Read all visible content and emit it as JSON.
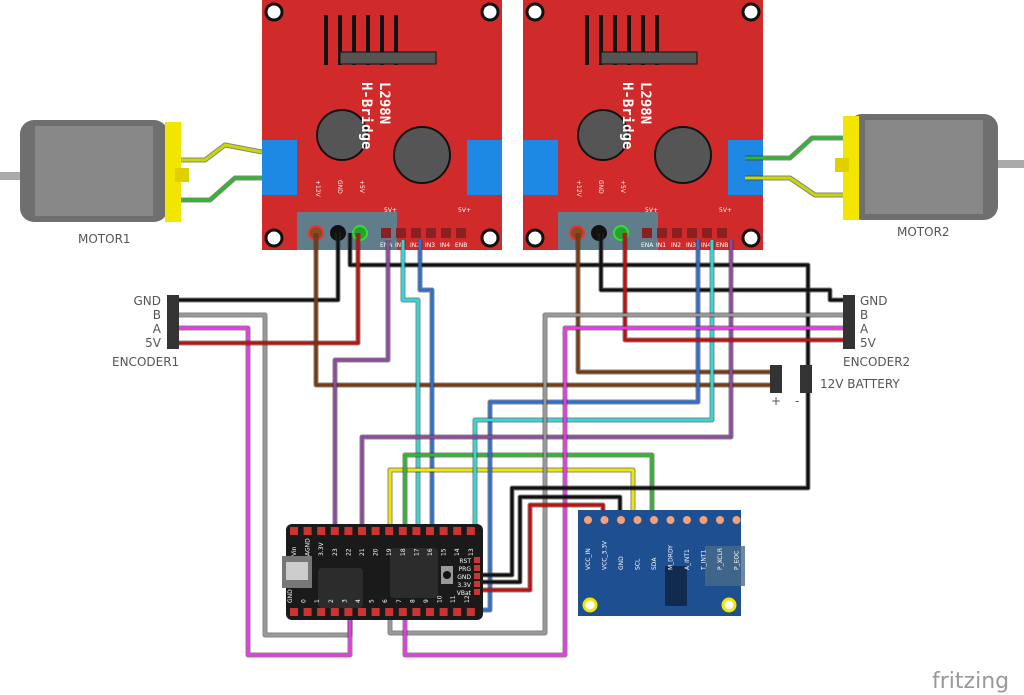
{
  "hbridges": [
    {
      "name": "L298N",
      "subtitle": "H-Bridge",
      "terminals": [
        "+12V",
        "GND",
        "+5V"
      ],
      "pins": [
        "ENA",
        "IN1",
        "IN2",
        "IN3",
        "IN4",
        "ENB"
      ],
      "jumper": "5V+"
    },
    {
      "name": "L298N",
      "subtitle": "H-Bridge",
      "terminals": [
        "+12V",
        "GND",
        "+5V"
      ],
      "pins": [
        "ENA",
        "IN1",
        "IN2",
        "IN3",
        "IN4",
        "ENB"
      ],
      "jumper": "5V+"
    }
  ],
  "motors": [
    "MOTOR1",
    "MOTOR2"
  ],
  "encoders": [
    {
      "label": "ENCODER1",
      "pins": [
        "GND",
        "B",
        "A",
        "5V"
      ]
    },
    {
      "label": "ENCODER2",
      "pins": [
        "GND",
        "B",
        "A",
        "5V"
      ]
    }
  ],
  "battery": {
    "label": "12V BATTERY",
    "plus": "+",
    "minus": "-"
  },
  "mcu": {
    "top_pins": [
      "Vin",
      "AGND",
      "3.3V",
      "23",
      "22",
      "21",
      "20",
      "19",
      "18",
      "17",
      "16",
      "15",
      "14",
      "13"
    ],
    "bottom_pins": [
      "GND",
      "0",
      "1",
      "2",
      "3",
      "4",
      "5",
      "6",
      "7",
      "8",
      "9",
      "10",
      "11",
      "12"
    ],
    "side_pins": [
      "RST",
      "PRG",
      "GND",
      "3.3V",
      "VBat"
    ]
  },
  "imu": {
    "pins": [
      "VCC_IN",
      "VCC_3.3V",
      "GND",
      "SCL",
      "SDA",
      "M_DRDY",
      "A_INT1",
      "T_INT1",
      "P_XCLR",
      "P_EOC"
    ]
  },
  "branding": {
    "logo": "fritzing"
  },
  "colors": {
    "board_red": "#d12a2a",
    "imu_blue": "#1d4f91",
    "mcu_black": "#1a1a1a"
  }
}
